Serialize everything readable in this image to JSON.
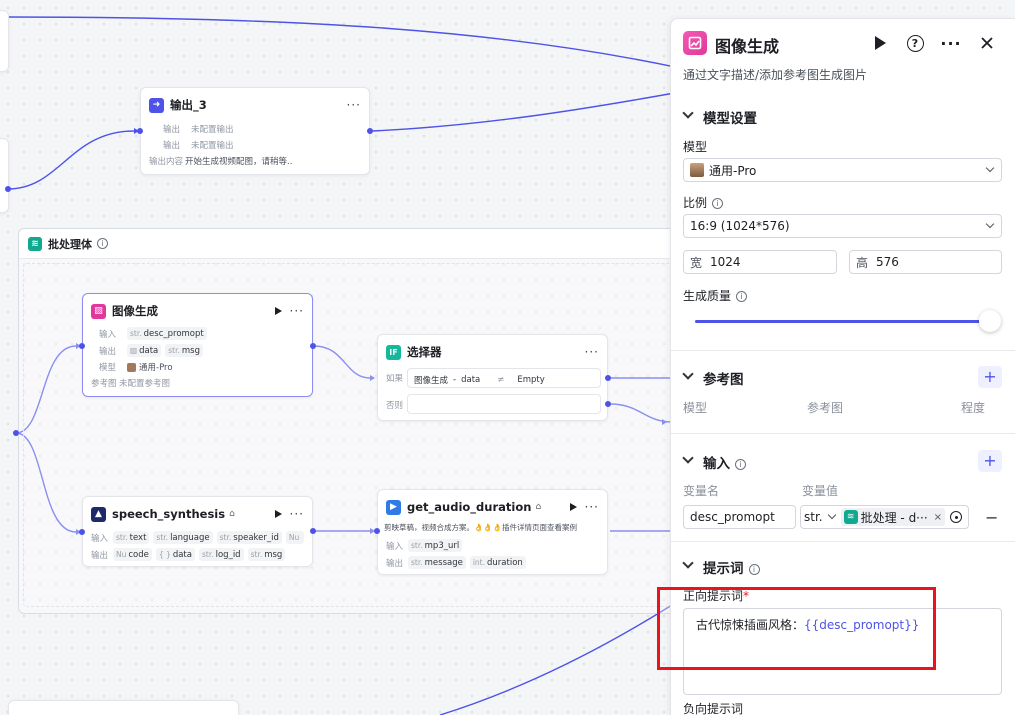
{
  "canvas": {
    "output3": {
      "title": "输出_3",
      "rows": [
        {
          "label": "输出",
          "value": "未配置输出"
        },
        {
          "label": "输出",
          "value": "未配置输出"
        },
        {
          "label": "输出内容",
          "value": "开始生成视频配图，请稍等.."
        }
      ]
    },
    "group": {
      "title": "批处理体"
    },
    "image_node": {
      "title": "图像生成",
      "input_label": "输入",
      "input_type": "str.",
      "input_value": "desc_promopt",
      "output_label": "输出",
      "output_a": "data",
      "output_b_type": "str.",
      "output_b": "msg",
      "model_label": "模型",
      "model_value": "通用-Pro",
      "ref_label": "参考图",
      "ref_value": "未配置参考图"
    },
    "selector": {
      "title": "选择器",
      "if_label": "如果",
      "left": "图像生成",
      "sep": "-",
      "var": "data",
      "op": "≠",
      "right": "Empty",
      "else_label": "否则"
    },
    "speech": {
      "title": "speech_synthesis",
      "input_label": "输入",
      "t1": "str.",
      "v1": "text",
      "t2": "str.",
      "v2": "language",
      "t3": "str.",
      "v3": "speaker_id",
      "t4": "Nu",
      "output_label": "输出",
      "o1t": "Nu",
      "o1": "code",
      "o2t": "{ }",
      "o2": "data",
      "o3t": "str.",
      "o3": "log_id",
      "o4t": "str.",
      "o4": "msg"
    },
    "audio": {
      "title": "get_audio_duration",
      "desc": "剪映草稿，视频合成方案。👌👌👌插件详情页面查看案例",
      "input_label": "输入",
      "i1t": "str.",
      "i1": "mp3_url",
      "output_label": "输出",
      "o1t": "str.",
      "o1": "message",
      "o2t": "int.",
      "o2": "duration"
    }
  },
  "panel": {
    "title": "图像生成",
    "description": "通过文字描述/添加参考图生成图片",
    "model_section": "模型设置",
    "model_label": "模型",
    "model_value": "通用-Pro",
    "ratio_label": "比例",
    "ratio_value": "16:9 (1024*576)",
    "width_prefix": "宽",
    "width_value": "1024",
    "height_prefix": "高",
    "height_value": "576",
    "quality_label": "生成质量",
    "quality_level": 1.0,
    "ref_section": "参考图",
    "ref_cols": [
      "模型",
      "参考图",
      "程度"
    ],
    "input_section": "输入",
    "var_name_col": "变量名",
    "var_value_col": "变量值",
    "var_name": "desc_promopt",
    "var_type": "str.",
    "var_ref": "批处理 - d···",
    "prompt_section": "提示词",
    "positive_label": "正向提示词",
    "positive_required": "*",
    "positive_text": "古代惊悚插画风格：",
    "positive_var": "{{desc_promopt}}",
    "negative_label": "负向提示词"
  },
  "colors": {
    "accent": "#4d53e8",
    "image_icon": "#e0389b",
    "highlight": "#e8151b"
  }
}
